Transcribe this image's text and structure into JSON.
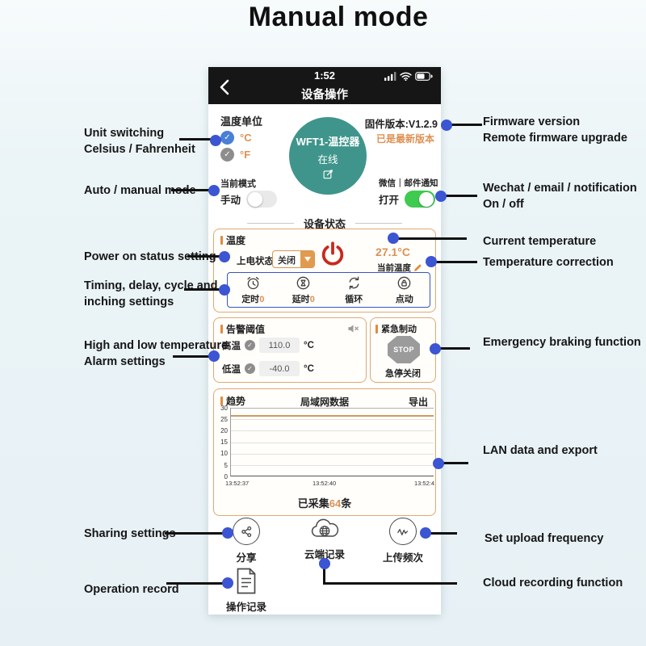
{
  "title": "Manual mode",
  "phone": {
    "status_bar": {
      "time": "1:52",
      "icons": [
        "signal-icon",
        "wifi-icon",
        "battery-icon"
      ]
    },
    "nav": {
      "title": "设备操作"
    },
    "unit": {
      "label": "温度单位",
      "celsius": "°C",
      "fahrenheit": "°F",
      "selected": "°C"
    },
    "device": {
      "name": "WFT1-温控器",
      "status": "在线"
    },
    "firmware": {
      "version": "固件版本:V1.2.9",
      "latest": "已是最新版本"
    },
    "mode": {
      "label": "当前模式",
      "value": "手动",
      "toggle_state": "off"
    },
    "notify": {
      "label": "微信｜邮件通知",
      "value": "打开",
      "toggle_state": "on"
    },
    "section_divider": "设备状态",
    "temperature_box": {
      "title": "温度",
      "power_status_label": "上电状态:",
      "power_status_value": "关闭",
      "current_temp": "27.1°C",
      "current_temp_label": "当前温度",
      "functions": [
        {
          "label": "定时",
          "value": "0",
          "icon": "alarm-clock-icon"
        },
        {
          "label": "延时",
          "value": "0",
          "icon": "hourglass-icon"
        },
        {
          "label": "循环",
          "value": "",
          "icon": "cycle-icon"
        },
        {
          "label": "点动",
          "value": "",
          "icon": "lock-icon"
        }
      ]
    },
    "alarm_box": {
      "title": "告警阈值",
      "rows": [
        {
          "label": "高温",
          "value": "110.0",
          "unit": "°C"
        },
        {
          "label": "低温",
          "value": "-40.0",
          "unit": "°C"
        }
      ]
    },
    "brake_box": {
      "title": "紧急制动",
      "stop_label": "STOP",
      "caption": "急停关闭"
    },
    "chart_box": {
      "title": "趋势",
      "heading": "局域网数据",
      "export_label": "导出",
      "collected_prefix": "已采集",
      "collected_count": "64",
      "collected_suffix": "条"
    },
    "actions": {
      "share": "分享",
      "cloud": "云端记录",
      "upload": "上传频次",
      "record": "操作记录"
    }
  },
  "chart_data": {
    "type": "line",
    "title": "局域网数据",
    "x_ticklabels": [
      "13:52:37",
      "13:52:40",
      "13:52:4"
    ],
    "yticks": [
      "30",
      "25",
      "20",
      "15",
      "10",
      "5",
      "0"
    ],
    "ylim": [
      0,
      30
    ],
    "grid": true,
    "legend_position": "none",
    "series": [
      {
        "name": "当前温度",
        "values": [
          27.1,
          27.1,
          27.1
        ],
        "color": "#cf9a63"
      }
    ],
    "samples_collected": 64
  },
  "annotations": {
    "left": [
      {
        "line1": "Unit switching",
        "line2": "Celsius / Fahrenheit"
      },
      {
        "line1": "Auto / manual mode",
        "line2": ""
      },
      {
        "line1": "Power on status setting",
        "line2": ""
      },
      {
        "line1": "Timing, delay, cycle and",
        "line2": "inching settings"
      },
      {
        "line1": "High and low temperature",
        "line2": "Alarm settings"
      },
      {
        "line1": "Sharing settings",
        "line2": ""
      },
      {
        "line1": "Operation record",
        "line2": ""
      }
    ],
    "right": [
      {
        "line1": "Firmware version",
        "line2": "Remote firmware upgrade"
      },
      {
        "line1": "Wechat / email / notification",
        "line2": "On / off"
      },
      {
        "line1": "Current temperature",
        "line2": ""
      },
      {
        "line1": "Temperature correction",
        "line2": ""
      },
      {
        "line1": "Emergency braking function",
        "line2": ""
      },
      {
        "line1": "LAN data and export",
        "line2": ""
      },
      {
        "line1": "Set upload frequency",
        "line2": ""
      },
      {
        "line1": "Cloud recording function",
        "line2": ""
      }
    ]
  },
  "colors": {
    "accent_orange": "#dd9154",
    "border_orange": "#e0a96f",
    "annotation_blue": "#3b55d3",
    "function_border_blue": "#3a53c4",
    "device_green": "#3f958b",
    "toggle_green": "#3ecb4f",
    "power_red": "#c8281e"
  }
}
